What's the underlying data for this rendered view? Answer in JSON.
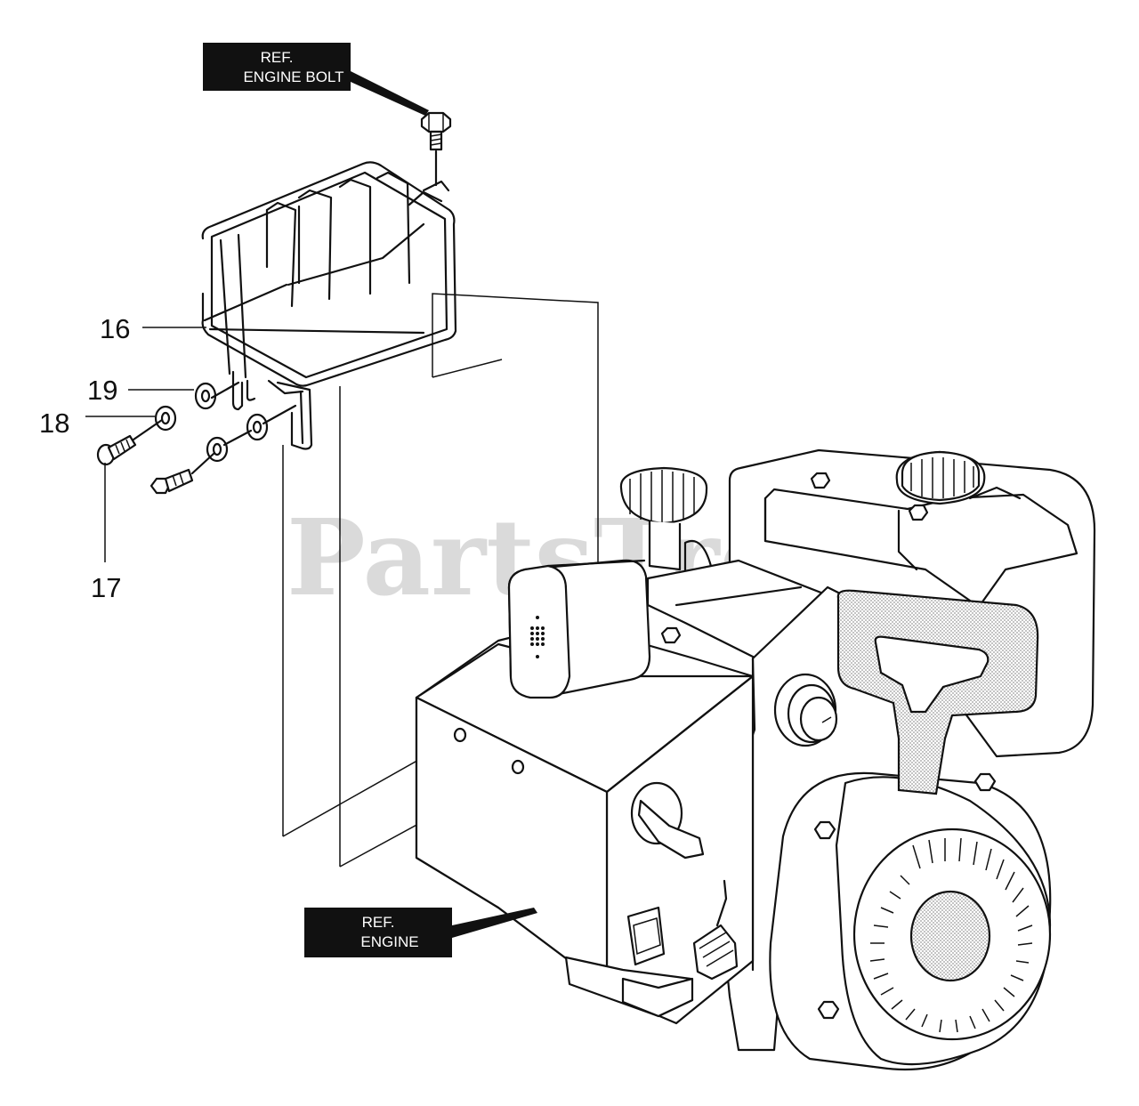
{
  "callouts": {
    "c16": "16",
    "c17": "17",
    "c18": "18",
    "c19": "19"
  },
  "ref_boxes": {
    "engine_bolt": {
      "line1": "REF.",
      "line2": "ENGINE BOLT"
    },
    "engine": {
      "line1": "REF.",
      "line2": "ENGINE"
    }
  },
  "watermark": {
    "text": "PartsTree",
    "tm": "™"
  },
  "colors": {
    "ink": "#111111",
    "label_bg": "#111111",
    "watermark": "#bdbdbd",
    "stipple": "#d9d9d9"
  }
}
